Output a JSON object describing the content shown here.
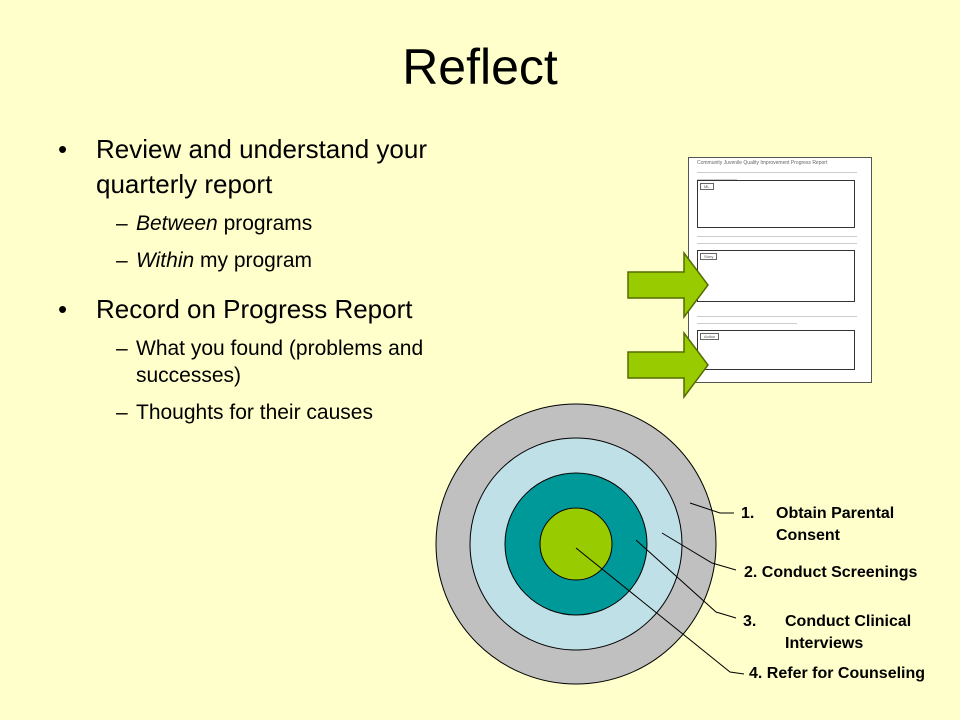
{
  "title": "Reflect",
  "bullets": [
    {
      "text": "Review and understand your quarterly report",
      "subs": [
        {
          "em": "Between",
          "rest": " programs"
        },
        {
          "em": "Within",
          "rest": " my program"
        }
      ]
    },
    {
      "text": "Record on Progress Report",
      "subs": [
        {
          "em": "",
          "rest": "What you found (problems and successes)"
        },
        {
          "em": "",
          "rest": "Thoughts for their causes"
        }
      ]
    }
  ],
  "bullet_marks": {
    "dot": "•",
    "dash": "–"
  },
  "report_doc": {
    "heading": "Community Juvenile Quality Improvement Progress Report",
    "box_labels": [
      "ML",
      "Story",
      "Action"
    ]
  },
  "target_steps": [
    {
      "number": "1.",
      "text": "Obtain Parental\nConsent"
    },
    {
      "number": "",
      "text": "2. Conduct Screenings"
    },
    {
      "number": "3.",
      "text": "Conduct Clinical\nInterviews"
    },
    {
      "number": "",
      "text": "4. Refer for Counseling"
    }
  ],
  "colors": {
    "background": "#ffffcc",
    "ring_outer": "#c0c0c0",
    "ring_second": "#bfe0e6",
    "ring_third": "#009999",
    "ring_center": "#99cc00",
    "arrow": "#99cc00"
  }
}
